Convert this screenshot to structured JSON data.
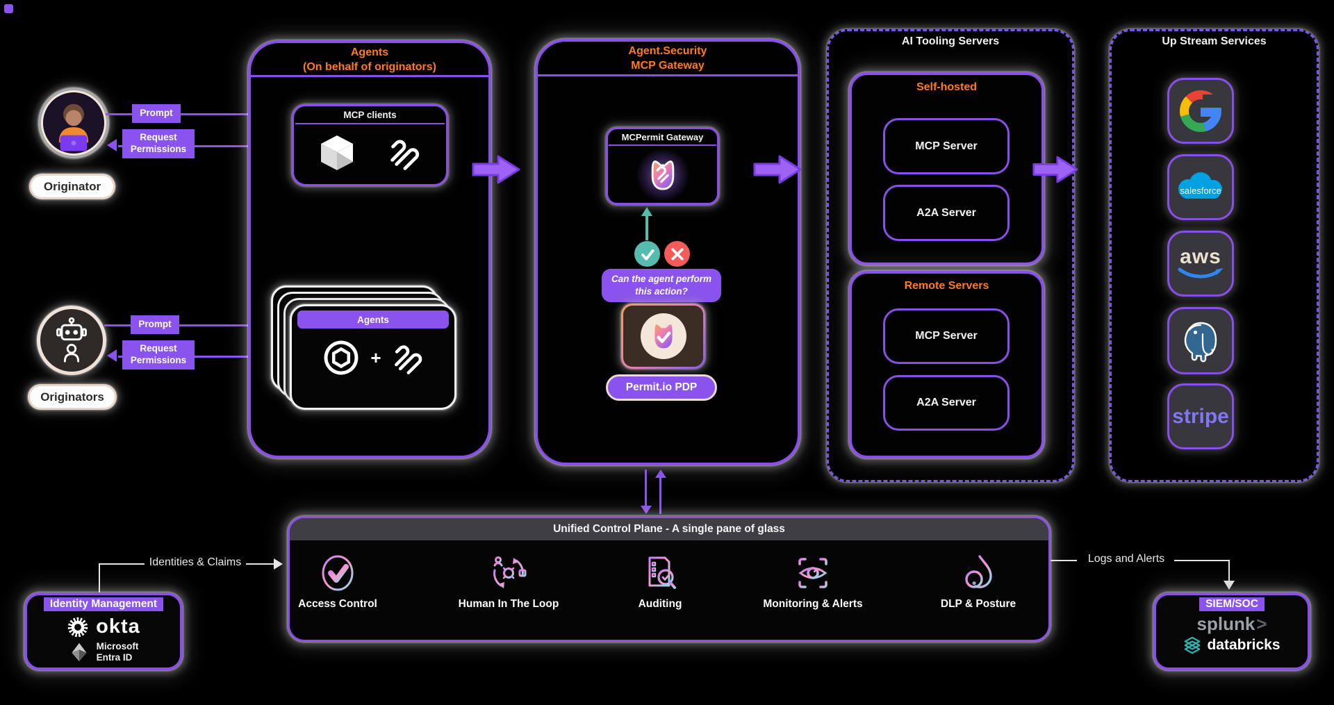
{
  "left": {
    "top": {
      "prompt": "Prompt",
      "request": "Request Permissions",
      "label": "Originator"
    },
    "bottom": {
      "prompt": "Prompt",
      "request": "Request Permissions",
      "label": "Originators"
    }
  },
  "agents_panel": {
    "title1": "Agents",
    "title2": "(On behalf of originators)",
    "mcp_clients": {
      "title": "MCP clients"
    },
    "stack": {
      "title": "Agents",
      "plus": "+"
    }
  },
  "gateway_panel": {
    "title1": "Agent.Security",
    "title2": "MCP Gateway",
    "mcpermit": {
      "title": "MCPermit Gateway"
    },
    "question": "Can the agent perform this action?",
    "pdp_label": "Permit.io PDP"
  },
  "tooling_panel": {
    "title": "AI Tooling Servers",
    "groups": [
      {
        "title": "Self-hosted",
        "servers": [
          "MCP Server",
          "A2A Server"
        ]
      },
      {
        "title": "Remote Servers",
        "servers": [
          "MCP Server",
          "A2A Server"
        ]
      }
    ]
  },
  "upstream_panel": {
    "title": "Up Stream Services",
    "salesforce": "salesforce",
    "aws": "aws",
    "stripe": "stripe"
  },
  "control_plane": {
    "title": "Unified Control Plane - A single pane of glass",
    "items": [
      {
        "label": "Access Control"
      },
      {
        "label": "Human In The Loop"
      },
      {
        "label": "Auditing"
      },
      {
        "label": "Monitoring & Alerts"
      },
      {
        "label": "DLP & Posture"
      }
    ]
  },
  "identity_panel": {
    "title": "Identity Management",
    "okta": "okta",
    "ms1": "Microsoft",
    "ms2": "Entra ID"
  },
  "siem_panel": {
    "title": "SIEM/SOC",
    "splunk": "splunk",
    "splunk_arrow": ">",
    "databricks": "databricks"
  },
  "flows": {
    "identities": "Identities & Claims",
    "logs": "Logs and Alerts"
  },
  "colors": {
    "purple_border": "#8a4fe8",
    "label_purple": "#8a53ee",
    "orange": "#ff7b1c",
    "teal": "#56bdae",
    "red": "#f45b5b",
    "dashed_purple": "#7b52f0"
  }
}
